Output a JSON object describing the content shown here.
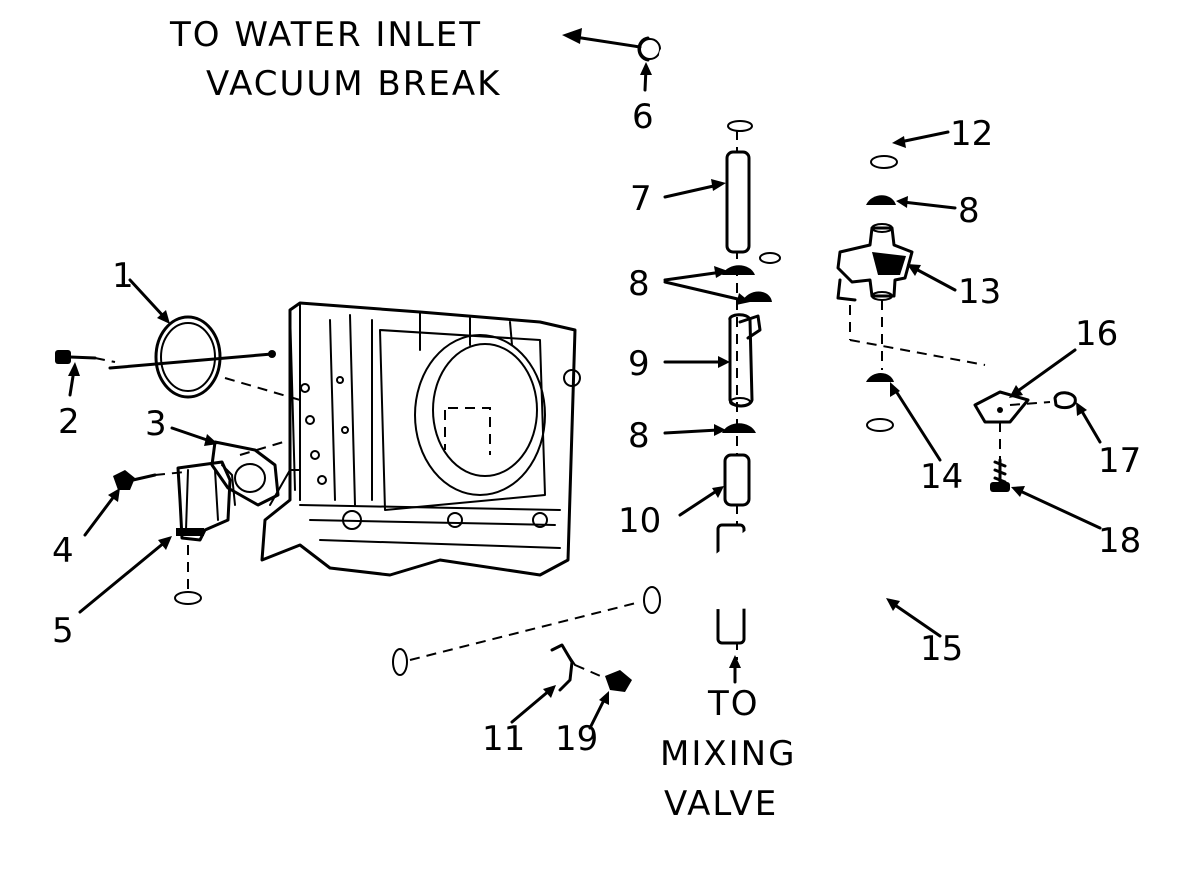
{
  "annotations": {
    "top": [
      "TO WATER INLET",
      "VACUUM BREAK"
    ],
    "bottom": [
      "TO",
      "MIXING",
      "VALVE"
    ]
  },
  "parts": [
    {
      "id": "1",
      "label": "1"
    },
    {
      "id": "2",
      "label": "2"
    },
    {
      "id": "3",
      "label": "3"
    },
    {
      "id": "4",
      "label": "4"
    },
    {
      "id": "5",
      "label": "5"
    },
    {
      "id": "6",
      "label": "6"
    },
    {
      "id": "7",
      "label": "7"
    },
    {
      "id": "8a",
      "label": "8"
    },
    {
      "id": "8b",
      "label": "8"
    },
    {
      "id": "8c",
      "label": "8"
    },
    {
      "id": "9",
      "label": "9"
    },
    {
      "id": "10",
      "label": "10"
    },
    {
      "id": "11",
      "label": "11"
    },
    {
      "id": "12",
      "label": "12"
    },
    {
      "id": "13",
      "label": "13"
    },
    {
      "id": "14",
      "label": "14"
    },
    {
      "id": "15",
      "label": "15"
    },
    {
      "id": "16",
      "label": "16"
    },
    {
      "id": "17",
      "label": "17"
    },
    {
      "id": "18",
      "label": "18"
    },
    {
      "id": "19",
      "label": "19"
    }
  ],
  "colors": {
    "ink": "#000000",
    "paper": "#ffffff"
  }
}
